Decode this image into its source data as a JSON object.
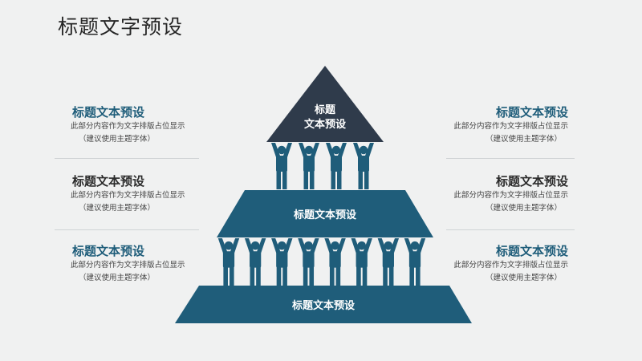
{
  "slide": {
    "title": "标题文字预设"
  },
  "colors": {
    "dark": "#2f3b4b",
    "teal": "#1f5d7a",
    "teal_light": "#246b8b",
    "text_dark": "#2b2b2b",
    "label_white": "#ffffff"
  },
  "pyramid": {
    "top_label": [
      "标题",
      "文本预设"
    ],
    "middle_label": "标题文本预设",
    "bottom_label": "标题文本预设",
    "row1_people": 4,
    "row2_people": 8
  },
  "left_items": [
    {
      "heading": "标题文本预设",
      "desc1": "此部分内容作为文字排版占位显示",
      "desc2": "（建议使用主题字体）",
      "color": "#1f5d7a"
    },
    {
      "heading": "标题文本预设",
      "desc1": "此部分内容作为文字排版占位显示",
      "desc2": "（建议使用主题字体）",
      "color": "#2b2b2b"
    },
    {
      "heading": "标题文本预设",
      "desc1": "此部分内容作为文字排版占位显示",
      "desc2": "（建议使用主题字体）",
      "color": "#1f5d7a"
    }
  ],
  "right_items": [
    {
      "heading": "标题文本预设",
      "desc1": "此部分内容作为文字排版占位显示",
      "desc2": "（建议使用主题字体）",
      "color": "#1f5d7a"
    },
    {
      "heading": "标题文本预设",
      "desc1": "此部分内容作为文字排版占位显示",
      "desc2": "（建议使用主题字体）",
      "color": "#2b2b2b"
    },
    {
      "heading": "标题文本预设",
      "desc1": "此部分内容作为文字排版占位显示",
      "desc2": "（建议使用主题字体）",
      "color": "#1f5d7a"
    }
  ]
}
